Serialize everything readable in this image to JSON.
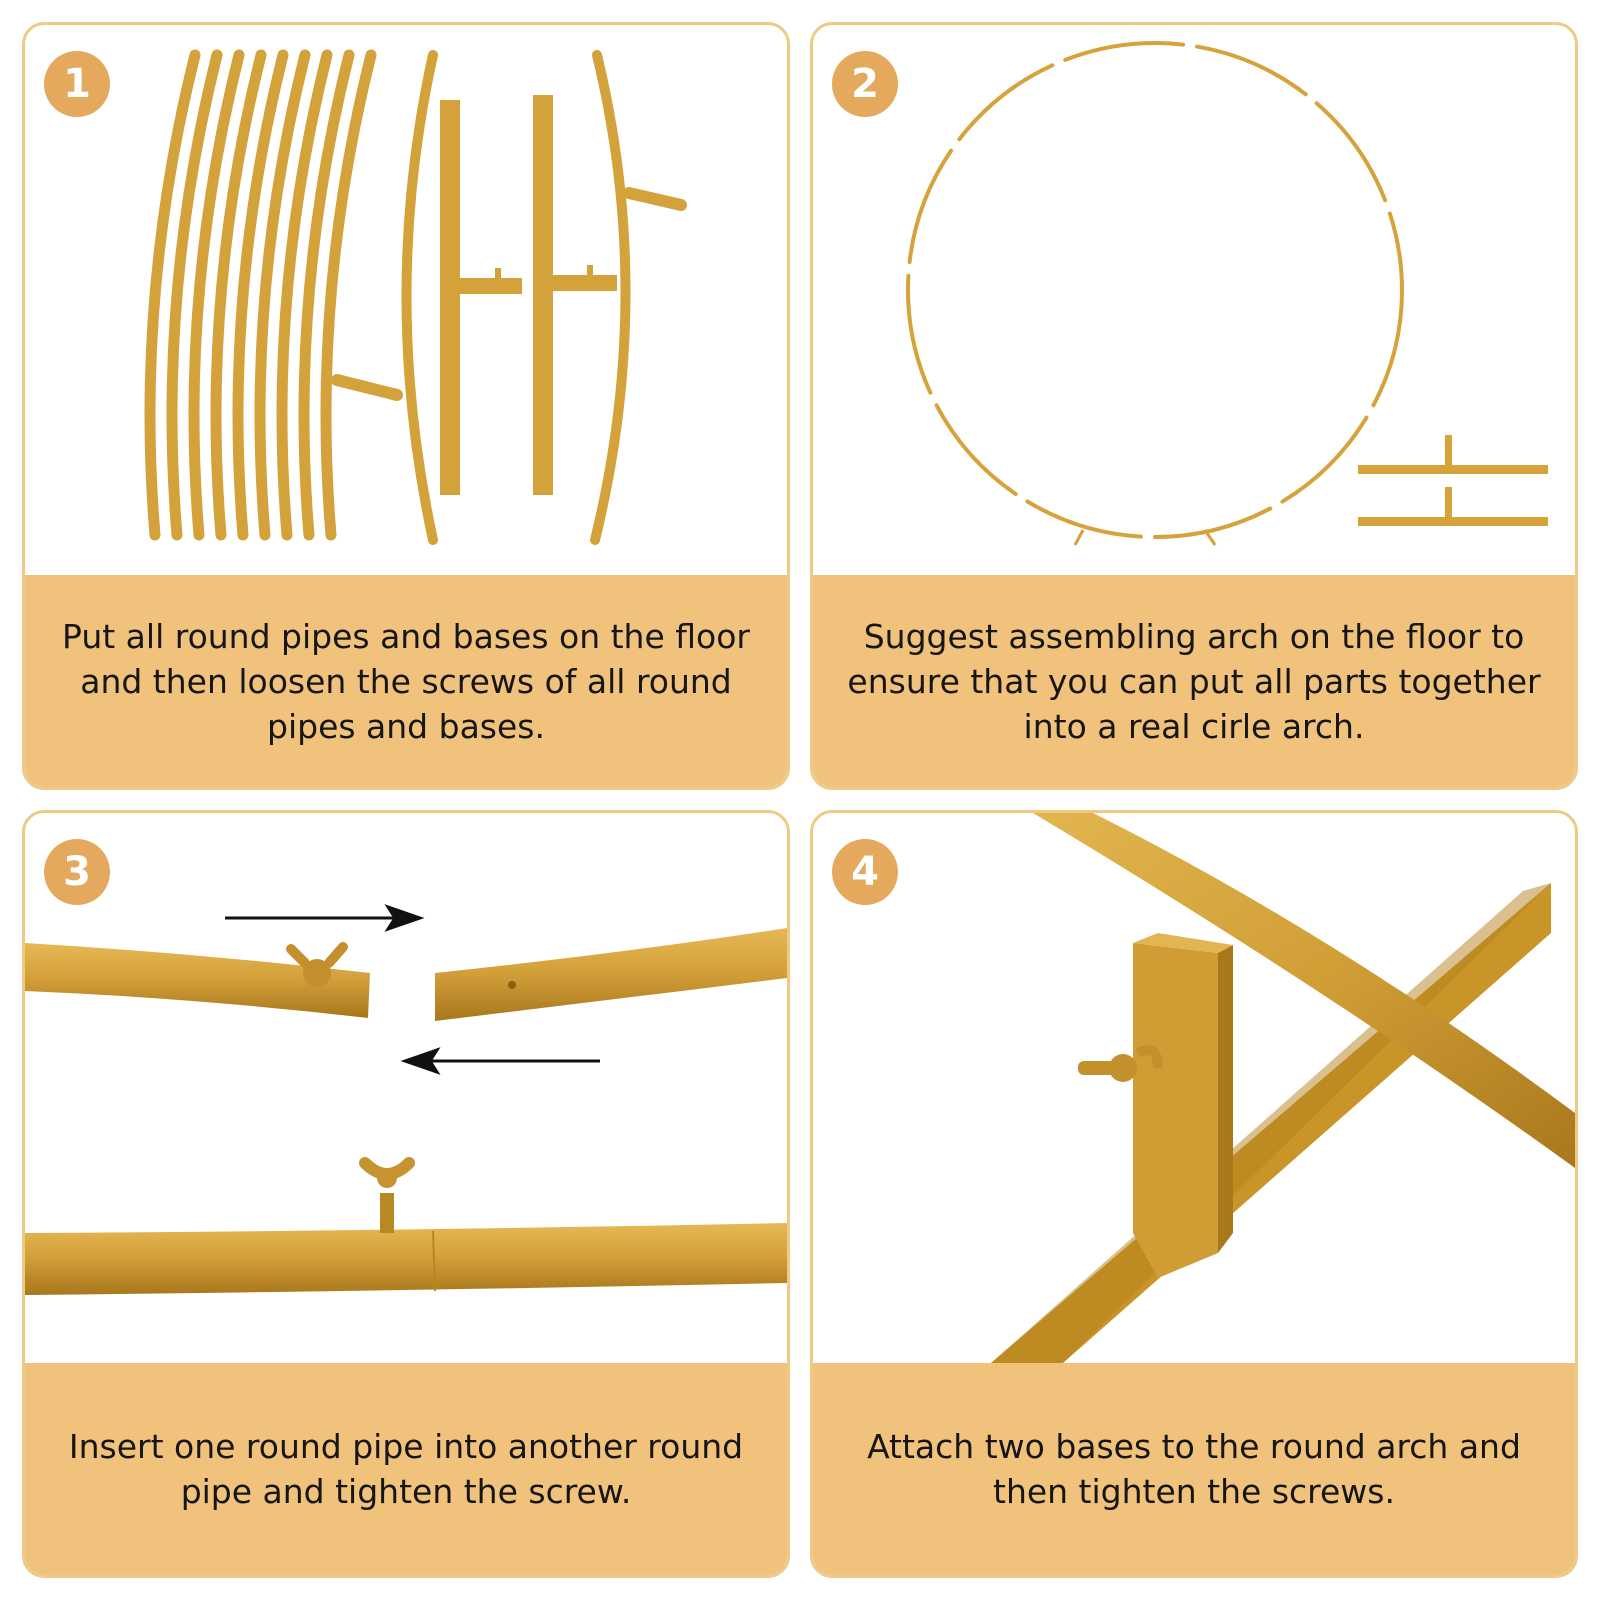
{
  "palette": {
    "gold": "#d7a53a",
    "gold_dark": "#b07f22",
    "caption_bg": "#f0c27c",
    "badge": "#e4a95d",
    "border": "#f0c986"
  },
  "steps": [
    {
      "number": "1",
      "caption": "Put all round pipes and bases on the floor and then loosen the screws of all round pipes and bases."
    },
    {
      "number": "2",
      "caption": "Suggest assembling arch on the floor to ensure that you can put all parts together into a real cirle arch."
    },
    {
      "number": "3",
      "caption": "Insert one round pipe into another round pipe and tighten the screw."
    },
    {
      "number": "4",
      "caption": "Attach two bases to the round arch and then tighten the screws."
    }
  ]
}
